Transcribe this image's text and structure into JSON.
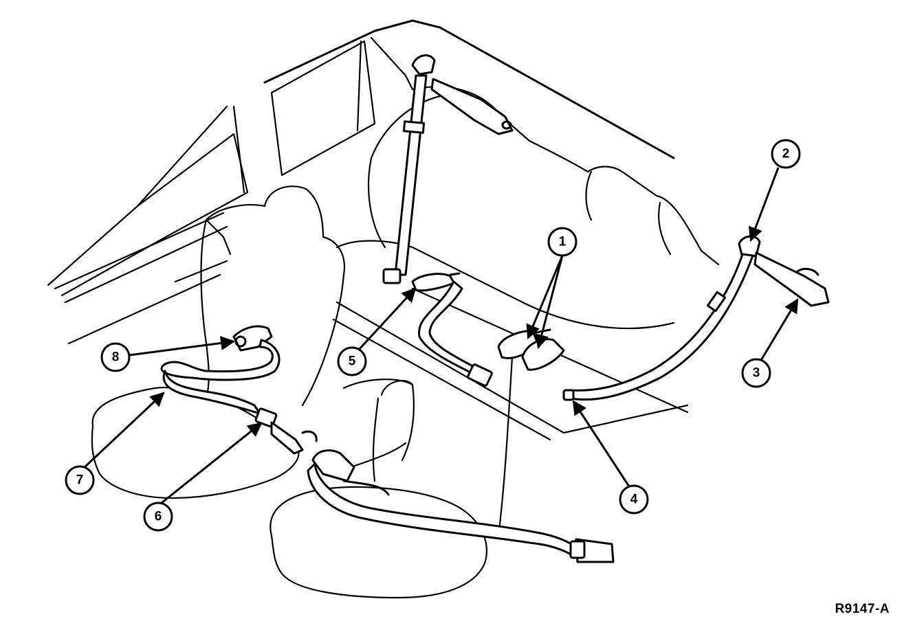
{
  "figure": {
    "id_label": "R9147-A",
    "callouts": [
      {
        "key": "c1",
        "label": "1"
      },
      {
        "key": "c2",
        "label": "2"
      },
      {
        "key": "c3",
        "label": "3"
      },
      {
        "key": "c4",
        "label": "4"
      },
      {
        "key": "c5",
        "label": "5"
      },
      {
        "key": "c6",
        "label": "6"
      },
      {
        "key": "c7",
        "label": "7"
      },
      {
        "key": "c8",
        "label": "8"
      }
    ]
  }
}
